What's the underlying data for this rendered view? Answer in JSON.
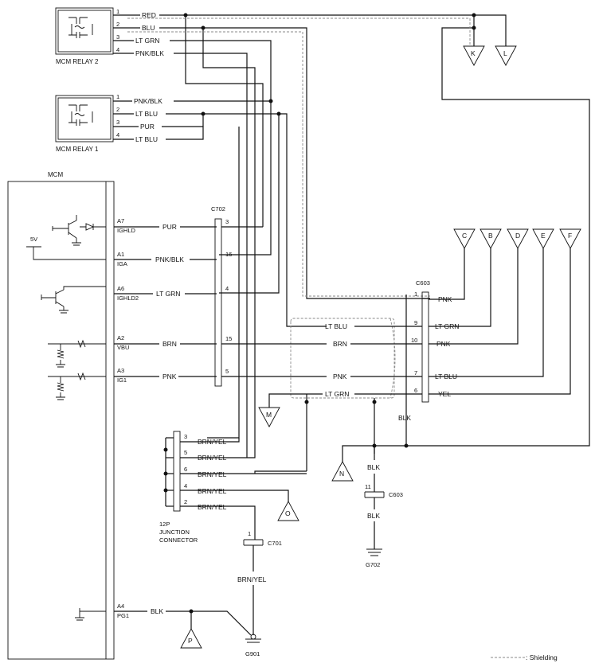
{
  "relay2": {
    "title": "MCM RELAY 2",
    "pins": [
      {
        "num": "1",
        "color": "RED"
      },
      {
        "num": "2",
        "color": "BLU"
      },
      {
        "num": "3",
        "color": "LT GRN"
      },
      {
        "num": "4",
        "color": "PNK/BLK"
      }
    ]
  },
  "relay1": {
    "title": "MCM RELAY 1",
    "pins": [
      {
        "num": "1",
        "color": "PNK/BLK"
      },
      {
        "num": "2",
        "color": "LT BLU"
      },
      {
        "num": "3",
        "color": "PUR"
      },
      {
        "num": "4",
        "color": "LT BLU"
      }
    ]
  },
  "mcm": {
    "title": "MCM",
    "five_v": "5V",
    "terminals": [
      {
        "pin": "A7",
        "name": "IGHLD",
        "wire": "PUR"
      },
      {
        "pin": "A1",
        "name": "IGA",
        "wire": "PNK/BLK"
      },
      {
        "pin": "A6",
        "name": "IGHLD2",
        "wire": "LT GRN"
      },
      {
        "pin": "A2",
        "name": "VBU",
        "wire": "BRN"
      },
      {
        "pin": "A3",
        "name": "IG1",
        "wire": "PNK"
      },
      {
        "pin": "A4",
        "name": "PG1",
        "wire": "BLK"
      }
    ]
  },
  "c702": {
    "label": "C702",
    "pins": [
      "3",
      "16",
      "4",
      "15",
      "5"
    ]
  },
  "c603": {
    "label": "C603",
    "left": [
      {
        "num": "9",
        "wire": "LT BLU"
      },
      {
        "num": "10",
        "wire": "BRN"
      },
      {
        "num": "7",
        "wire": "PNK"
      },
      {
        "num": "6",
        "wire": "LT GRN"
      }
    ],
    "right": [
      {
        "num": "1",
        "wire": "PNK"
      },
      {
        "num": "9",
        "wire": "LT GRN"
      },
      {
        "num": "10",
        "wire": "PNK"
      },
      {
        "num": "7",
        "wire": "LT BLU"
      },
      {
        "num": "6",
        "wire": "YEL"
      }
    ],
    "blk_label": "BLK"
  },
  "c603_lower": {
    "pin": "11",
    "label": "C603",
    "wire_top": "BLK",
    "wire_bottom": "BLK"
  },
  "g702": {
    "label": "G702"
  },
  "junction": {
    "title_line1": "12P",
    "title_line2": "JUNCTION",
    "title_line3": "CONNECTOR",
    "pins": [
      {
        "num": "3",
        "wire": "BRN/YEL"
      },
      {
        "num": "5",
        "wire": "BRN/YEL"
      },
      {
        "num": "6",
        "wire": "BRN/YEL"
      },
      {
        "num": "4",
        "wire": "BRN/YEL"
      },
      {
        "num": "2",
        "wire": "BRN/YEL"
      }
    ]
  },
  "c701": {
    "pin": "1",
    "label": "C701",
    "wire": "BRN/YEL"
  },
  "g901": {
    "label": "G901"
  },
  "connectors": {
    "K": "K",
    "L": "L",
    "C": "C",
    "B": "B",
    "D": "D",
    "E": "E",
    "F": "F",
    "M": "M",
    "N": "N",
    "O": "O",
    "P": "P"
  },
  "legend": {
    "text": ": Shielding"
  }
}
